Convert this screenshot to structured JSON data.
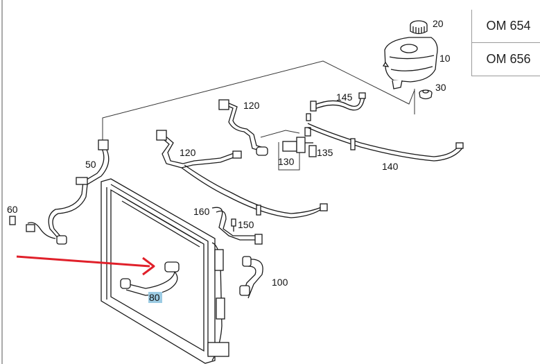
{
  "engines": [
    "OM 654",
    "OM 656"
  ],
  "parts": {
    "cap": "20",
    "tank": "10",
    "grommet": "30",
    "hose_145": "145",
    "hose_120_upper": "120",
    "hose_120_lower": "120",
    "valve_130": "130",
    "valve_135": "135",
    "pipe_140": "140",
    "hose_50": "50",
    "part_60": "60",
    "hose_160": "160",
    "bolt_150": "150",
    "hose_100": "100",
    "hose_80": "80"
  },
  "highlighted_part": "80",
  "colors": {
    "arrow": "#e0202a",
    "highlight": "#9ccbe3",
    "line": "#1a1a1a"
  }
}
